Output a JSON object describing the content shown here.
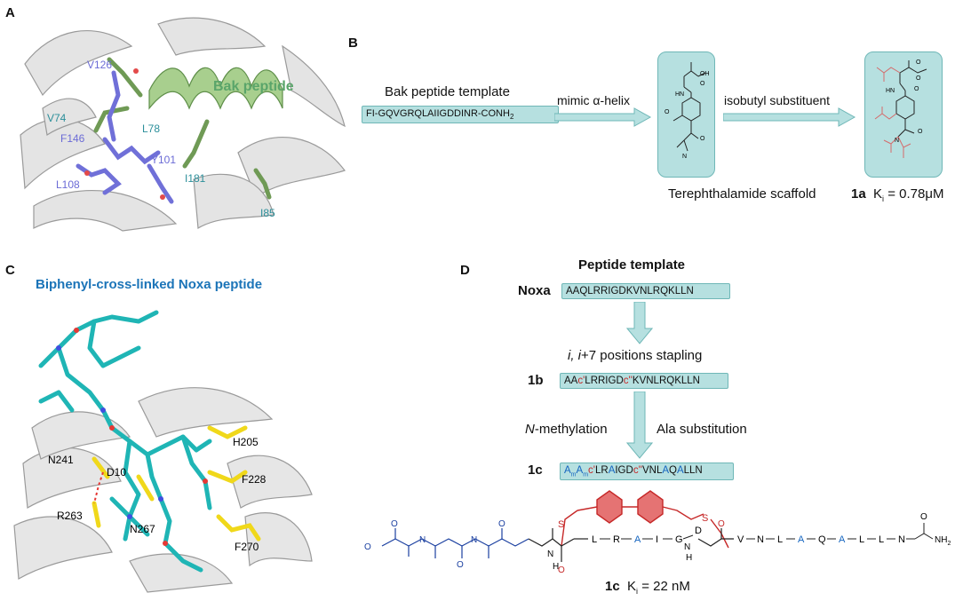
{
  "panels": {
    "A": {
      "letter": "A",
      "peptide_label": "Bak peptide",
      "residues_blue": [
        "V126",
        "F146",
        "Y101",
        "L108"
      ],
      "residues_teal": [
        "V74",
        "L78",
        "I181",
        "I85"
      ]
    },
    "B": {
      "letter": "B",
      "template_label": "Bak peptide template",
      "template_sequence": "FI-GQVGRQLAIIGDDINR-CONH",
      "template_sub": "2",
      "arrow1_label": "mimic α-helix",
      "arrow2_label": "isobutyl substituent",
      "scaffold_label": "Terephthalamide scaffold",
      "compound_id": "1a",
      "ki_label": "K",
      "ki_sub": "i",
      "ki_value": "= 0.78μM"
    },
    "C": {
      "letter": "C",
      "title": "Biphenyl-cross-linked Noxa peptide",
      "residues": [
        "H205",
        "N241",
        "D10",
        "F228",
        "R263",
        "N267",
        "F270"
      ]
    },
    "D": {
      "letter": "D",
      "heading": "Peptide template",
      "noxa_label": "Noxa",
      "noxa_sequence": "AAQLRRIGDKVNLRQKLLN",
      "step1_italic": "i, i",
      "step1_rest": "+7 positions  stapling",
      "compound_1b": "1b",
      "seq_1b_a": "AA",
      "seq_1b_c1": "c'",
      "seq_1b_b": "LRRIGD",
      "seq_1b_c2": "c''",
      "seq_1b_d": "KVNLRQKLLN",
      "step2_left_italic": "N",
      "step2_left_rest": "-methylation",
      "step2_right": "Ala substitution",
      "compound_1c": "1c",
      "seq_1c": {
        "am1": "A",
        "m1": "m",
        "am2": "A",
        "m2": "m",
        "c1": "c'",
        "p1": "LR",
        "a1": "A",
        "p2": "IGD",
        "c2": "c''",
        "p3": "VNL",
        "a2": "A",
        "p4": "Q",
        "a3": "A",
        "p5": "LLN"
      },
      "structure_chain_left": [
        "L",
        "R",
        "A",
        "I",
        "G",
        "D"
      ],
      "structure_chain_right": [
        "V",
        "N",
        "L",
        "A",
        "Q",
        "A",
        "L",
        "L",
        "N"
      ],
      "nh2": "NH",
      "nh2_sub": "2",
      "final_compound": "1c",
      "final_ki": "K",
      "final_ki_sub": "i",
      "final_ki_value": "= 22 nM"
    }
  },
  "colors": {
    "box_fill": "#b6e0e0",
    "peptide_green": "#5aa56a",
    "residue_blue": "#6b6bd6",
    "residue_teal": "#2b8f9a",
    "title_blue": "#1b74b8",
    "staple_red": "#c62828",
    "seq_blue": "#1565c0"
  }
}
